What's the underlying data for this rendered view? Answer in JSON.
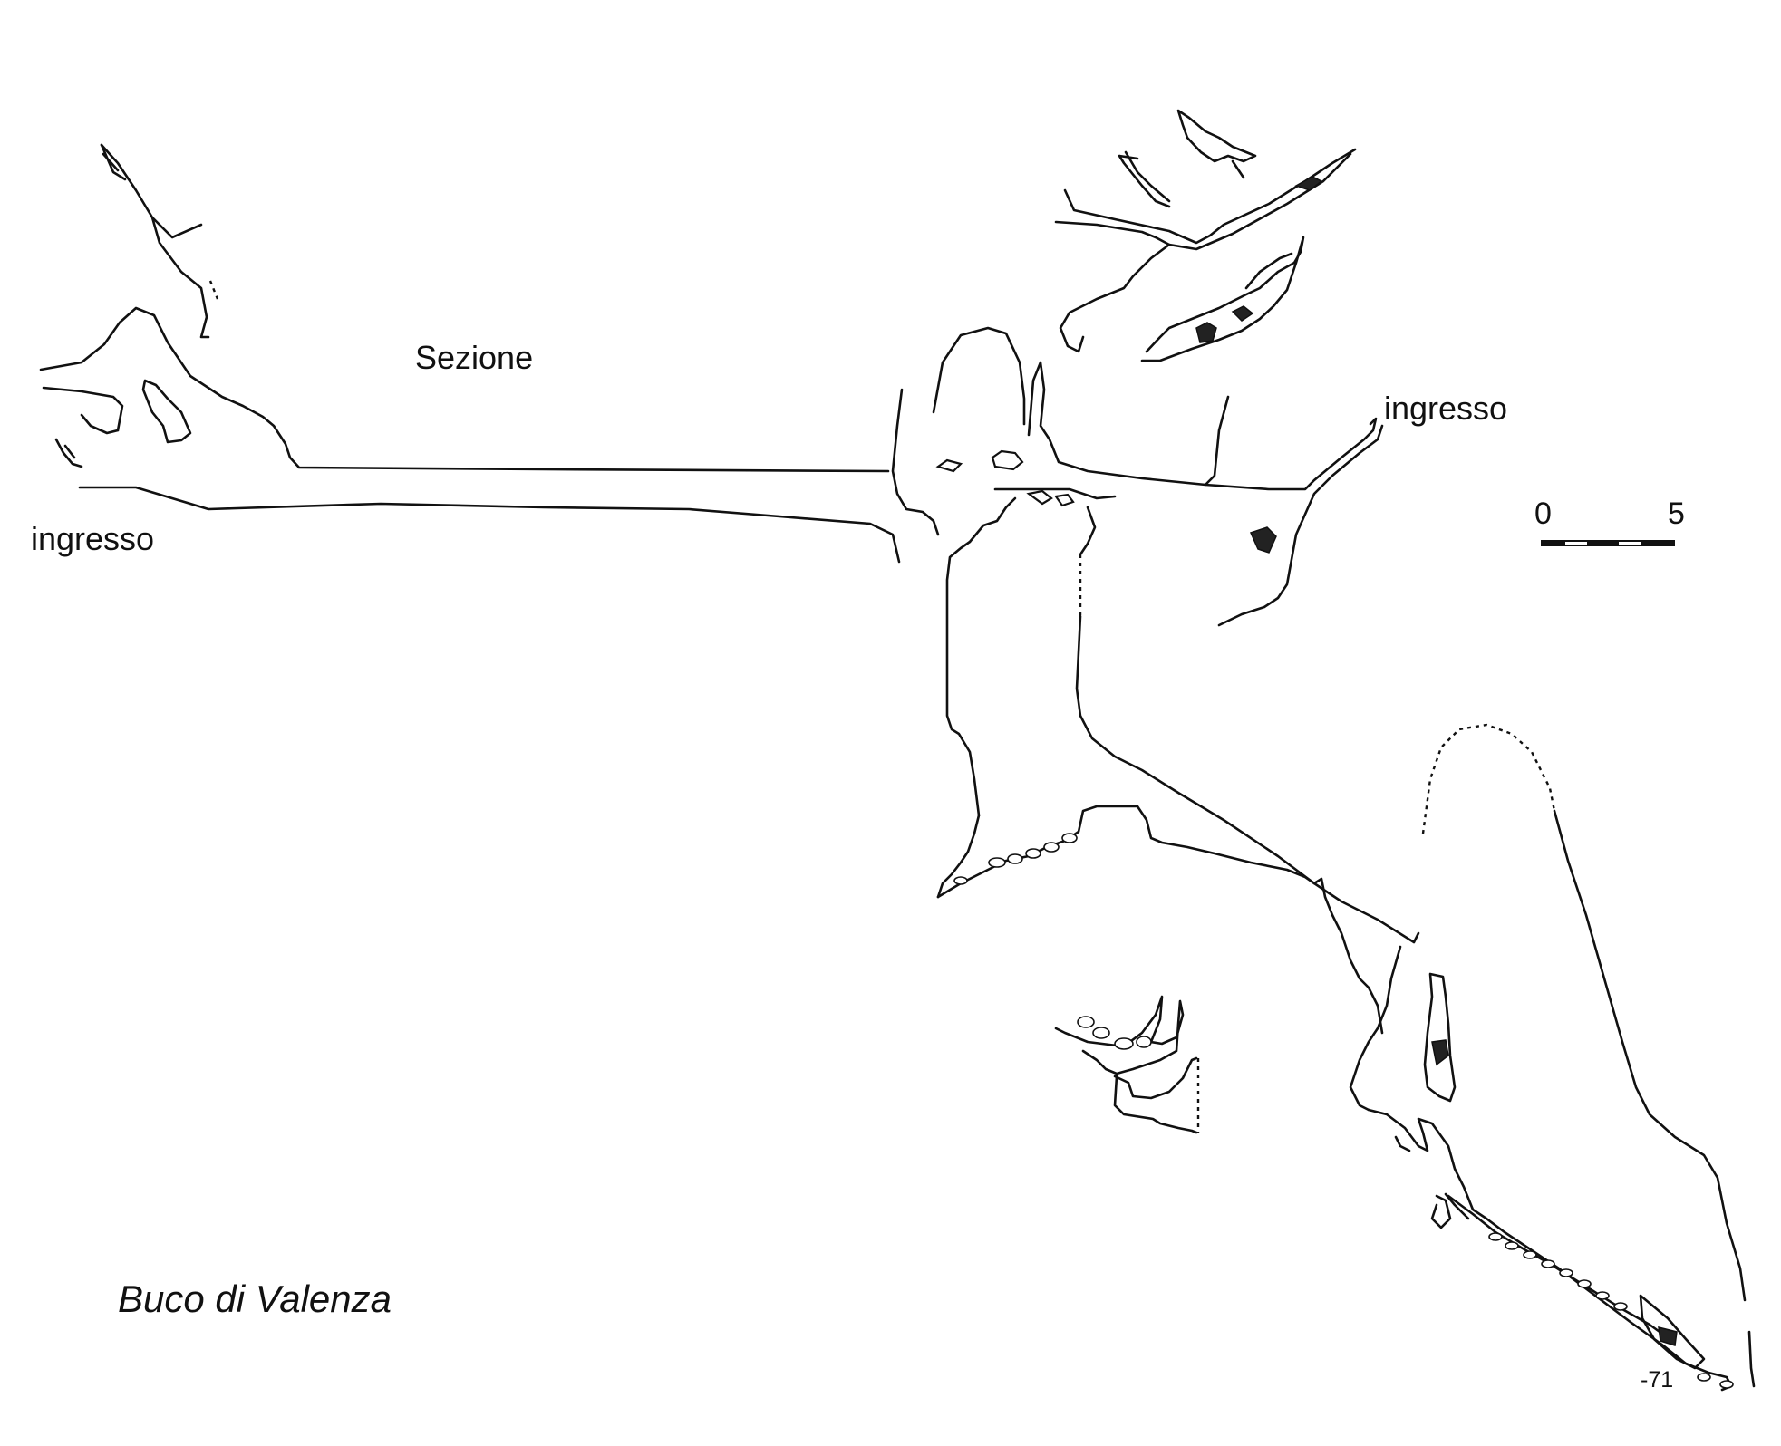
{
  "labels": {
    "section": "Sezione",
    "entrance_left": "ingresso",
    "entrance_right": "ingresso",
    "depth": "-71",
    "cave_name": "Buco di Valenza"
  },
  "scale_bar": {
    "start": "0",
    "end": "5"
  }
}
